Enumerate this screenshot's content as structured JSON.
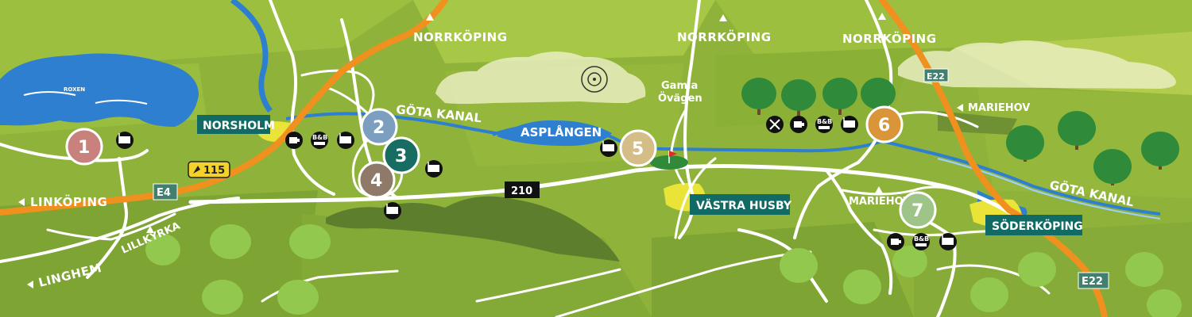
{
  "map": {
    "lake_name": "ROXEN",
    "canal_names": [
      "GÖTA KANAL",
      "GÖTA KANAL"
    ],
    "water_name": "ASPLÅNGEN",
    "place_signs": [
      "NORSHOLM",
      "VÄSTRA HUSBY",
      "SÖDERKÖPING"
    ],
    "directions": [
      "NORRKÖPING",
      "NORRKÖPING",
      "NORRKÖPING",
      "LINKÖPING",
      "LINGHEM",
      "LILLKYRKA",
      "MARIEHOV",
      "MARIEHOV"
    ],
    "road_name": [
      "Gamla",
      "Övägen"
    ],
    "road_shields": [
      "E4",
      "115",
      "210",
      "E22",
      "E22"
    ],
    "stops": [
      "1",
      "2",
      "3",
      "4",
      "5",
      "6",
      "7"
    ],
    "service_labels": [
      "B&B",
      "B&B",
      "B&B"
    ],
    "colors": {
      "grass": "#8fb33a",
      "road": "#ffffff",
      "motorway": "#f0901e",
      "water": "#2e7fd0",
      "sign": "#116a63",
      "stop_1": "#c9817d",
      "stop_2": "#7d9fbf",
      "stop_3": "#186d63",
      "stop_4": "#8f7a6a",
      "stop_5": "#d4bd86",
      "stop_6": "#d99538",
      "stop_7": "#9fc488"
    }
  }
}
